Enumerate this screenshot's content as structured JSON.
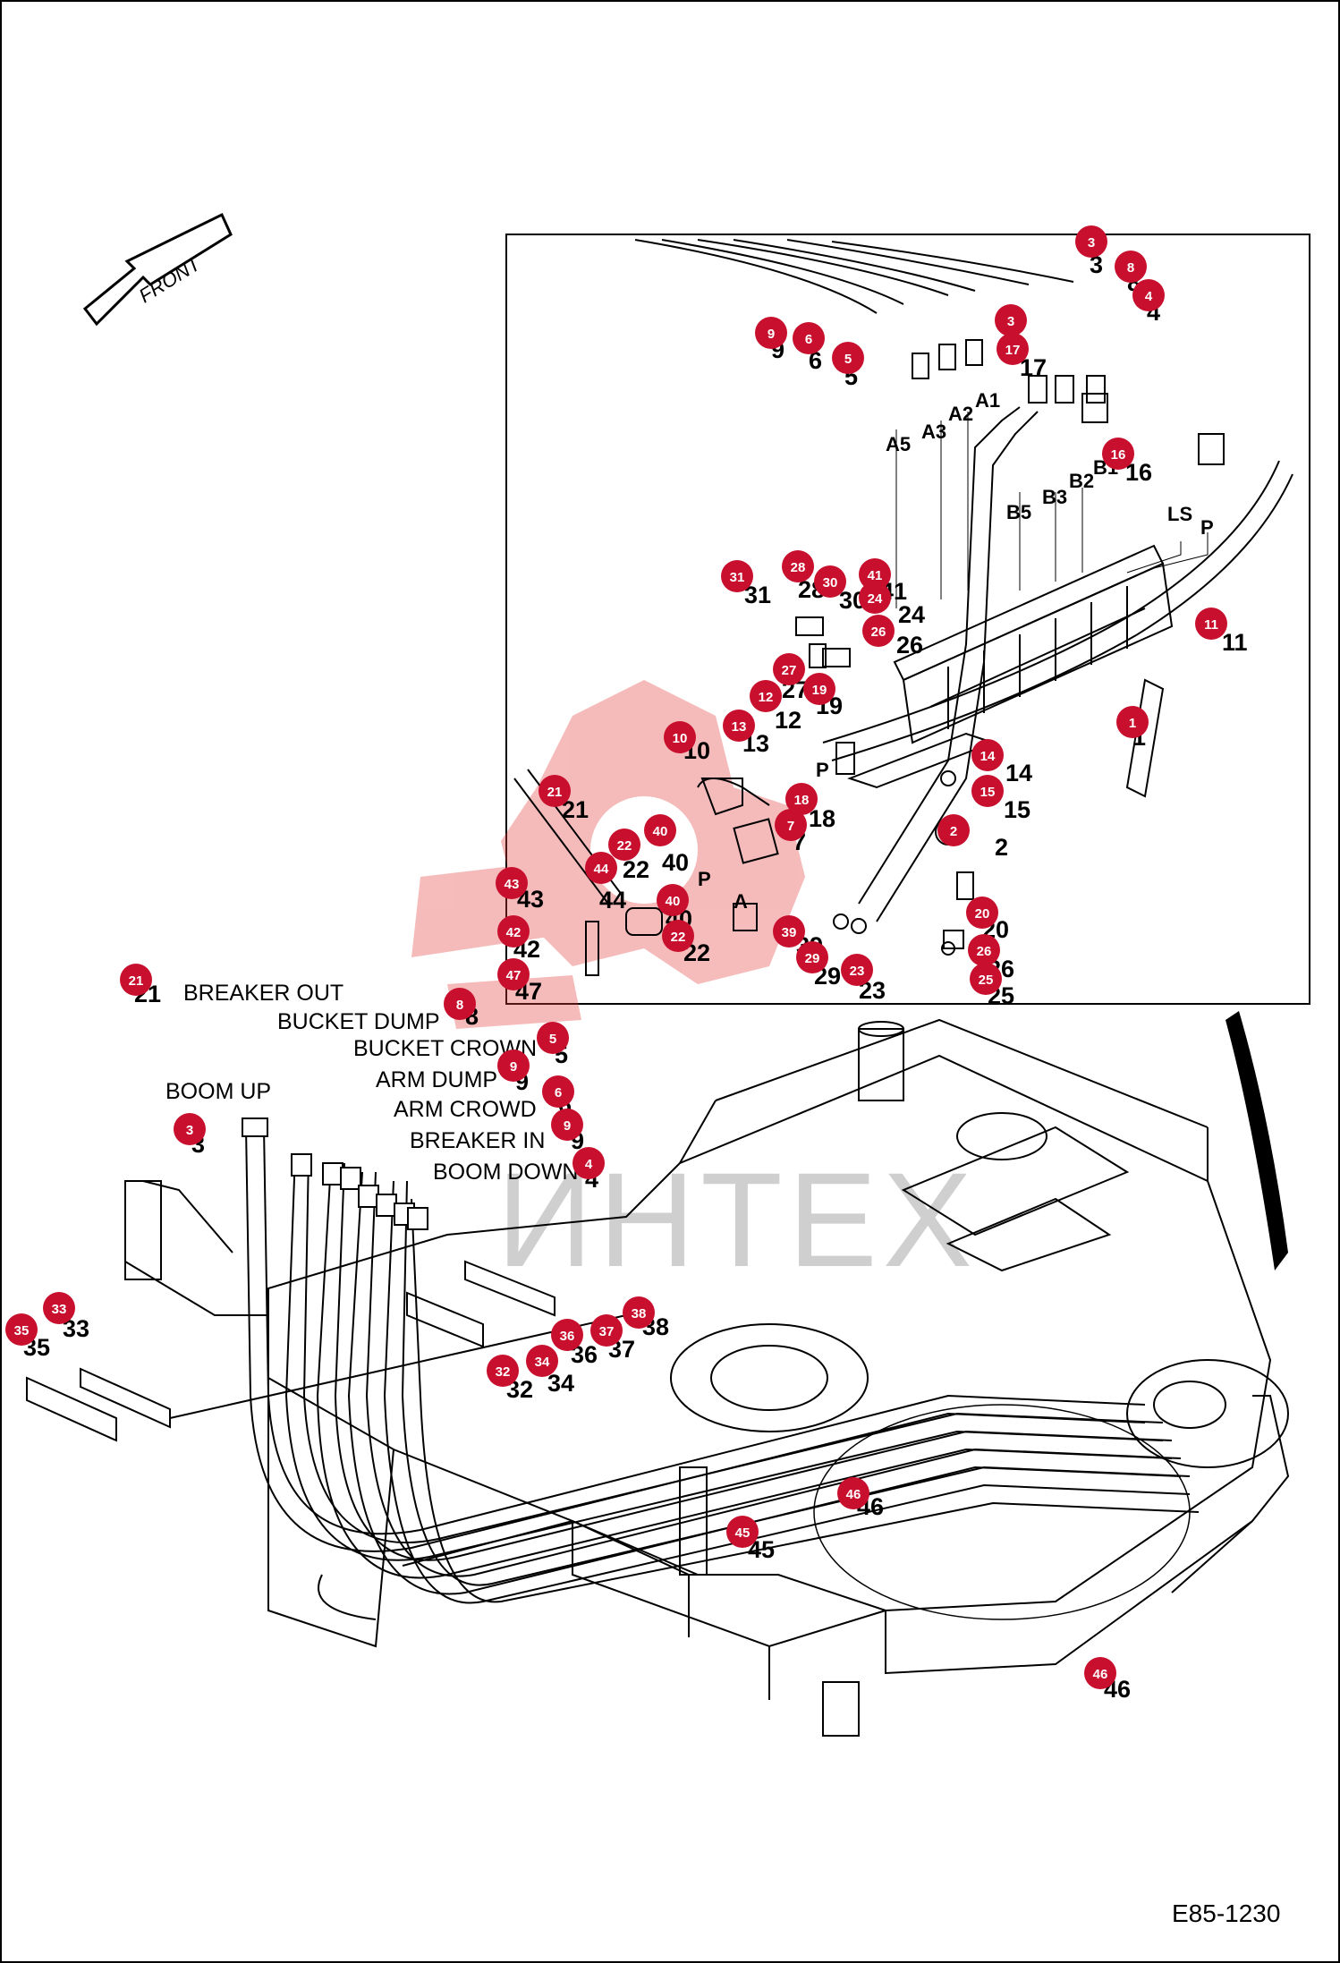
{
  "front_label": "FRONT",
  "drawing_code": "E85-1230",
  "watermark_text": "ИНТЕХ",
  "colors": {
    "callout": "#c8102e",
    "watermark": "#e43b3b",
    "line": "#000000"
  },
  "hose_labels": [
    "BREAKER OUT",
    "BUCKET DUMP",
    "BUCKET CROWN",
    "ARM DUMP",
    "ARM CROWD",
    "BREAKER IN",
    "BOOM DOWN",
    "BOOM UP"
  ],
  "port_labels": [
    "A5",
    "A3",
    "A2",
    "A1",
    "B5",
    "B3",
    "B2",
    "B1",
    "LS",
    "P",
    "P",
    "P",
    "A"
  ],
  "callouts": [
    "3",
    "8",
    "4",
    "3",
    "17",
    "9",
    "6",
    "5",
    "16",
    "11",
    "31",
    "28",
    "30",
    "41",
    "24",
    "26",
    "27",
    "12",
    "19",
    "1",
    "10",
    "13",
    "14",
    "15",
    "2",
    "18",
    "7",
    "21",
    "40",
    "22",
    "44",
    "43",
    "40",
    "42",
    "22",
    "39",
    "20",
    "26",
    "29",
    "23",
    "25",
    "47",
    "21",
    "8",
    "5",
    "9",
    "6",
    "9",
    "4",
    "3",
    "38",
    "37",
    "36",
    "33",
    "35",
    "32",
    "34",
    "46",
    "45",
    "46"
  ],
  "part_numbers": [
    "9",
    "6",
    "5",
    "3",
    "8",
    "4",
    "17",
    "16",
    "11",
    "31",
    "28",
    "30",
    "41",
    "24",
    "26",
    "27",
    "12",
    "19",
    "1",
    "10",
    "13",
    "14",
    "15",
    "2",
    "18",
    "7",
    "21",
    "40",
    "22",
    "44",
    "43",
    "40",
    "42",
    "22",
    "39",
    "20",
    "26",
    "29",
    "23",
    "25",
    "47",
    "21",
    "8",
    "5",
    "9",
    "6",
    "9",
    "4",
    "3",
    "38",
    "37",
    "36",
    "33",
    "35",
    "32",
    "34",
    "46",
    "45",
    "46"
  ]
}
